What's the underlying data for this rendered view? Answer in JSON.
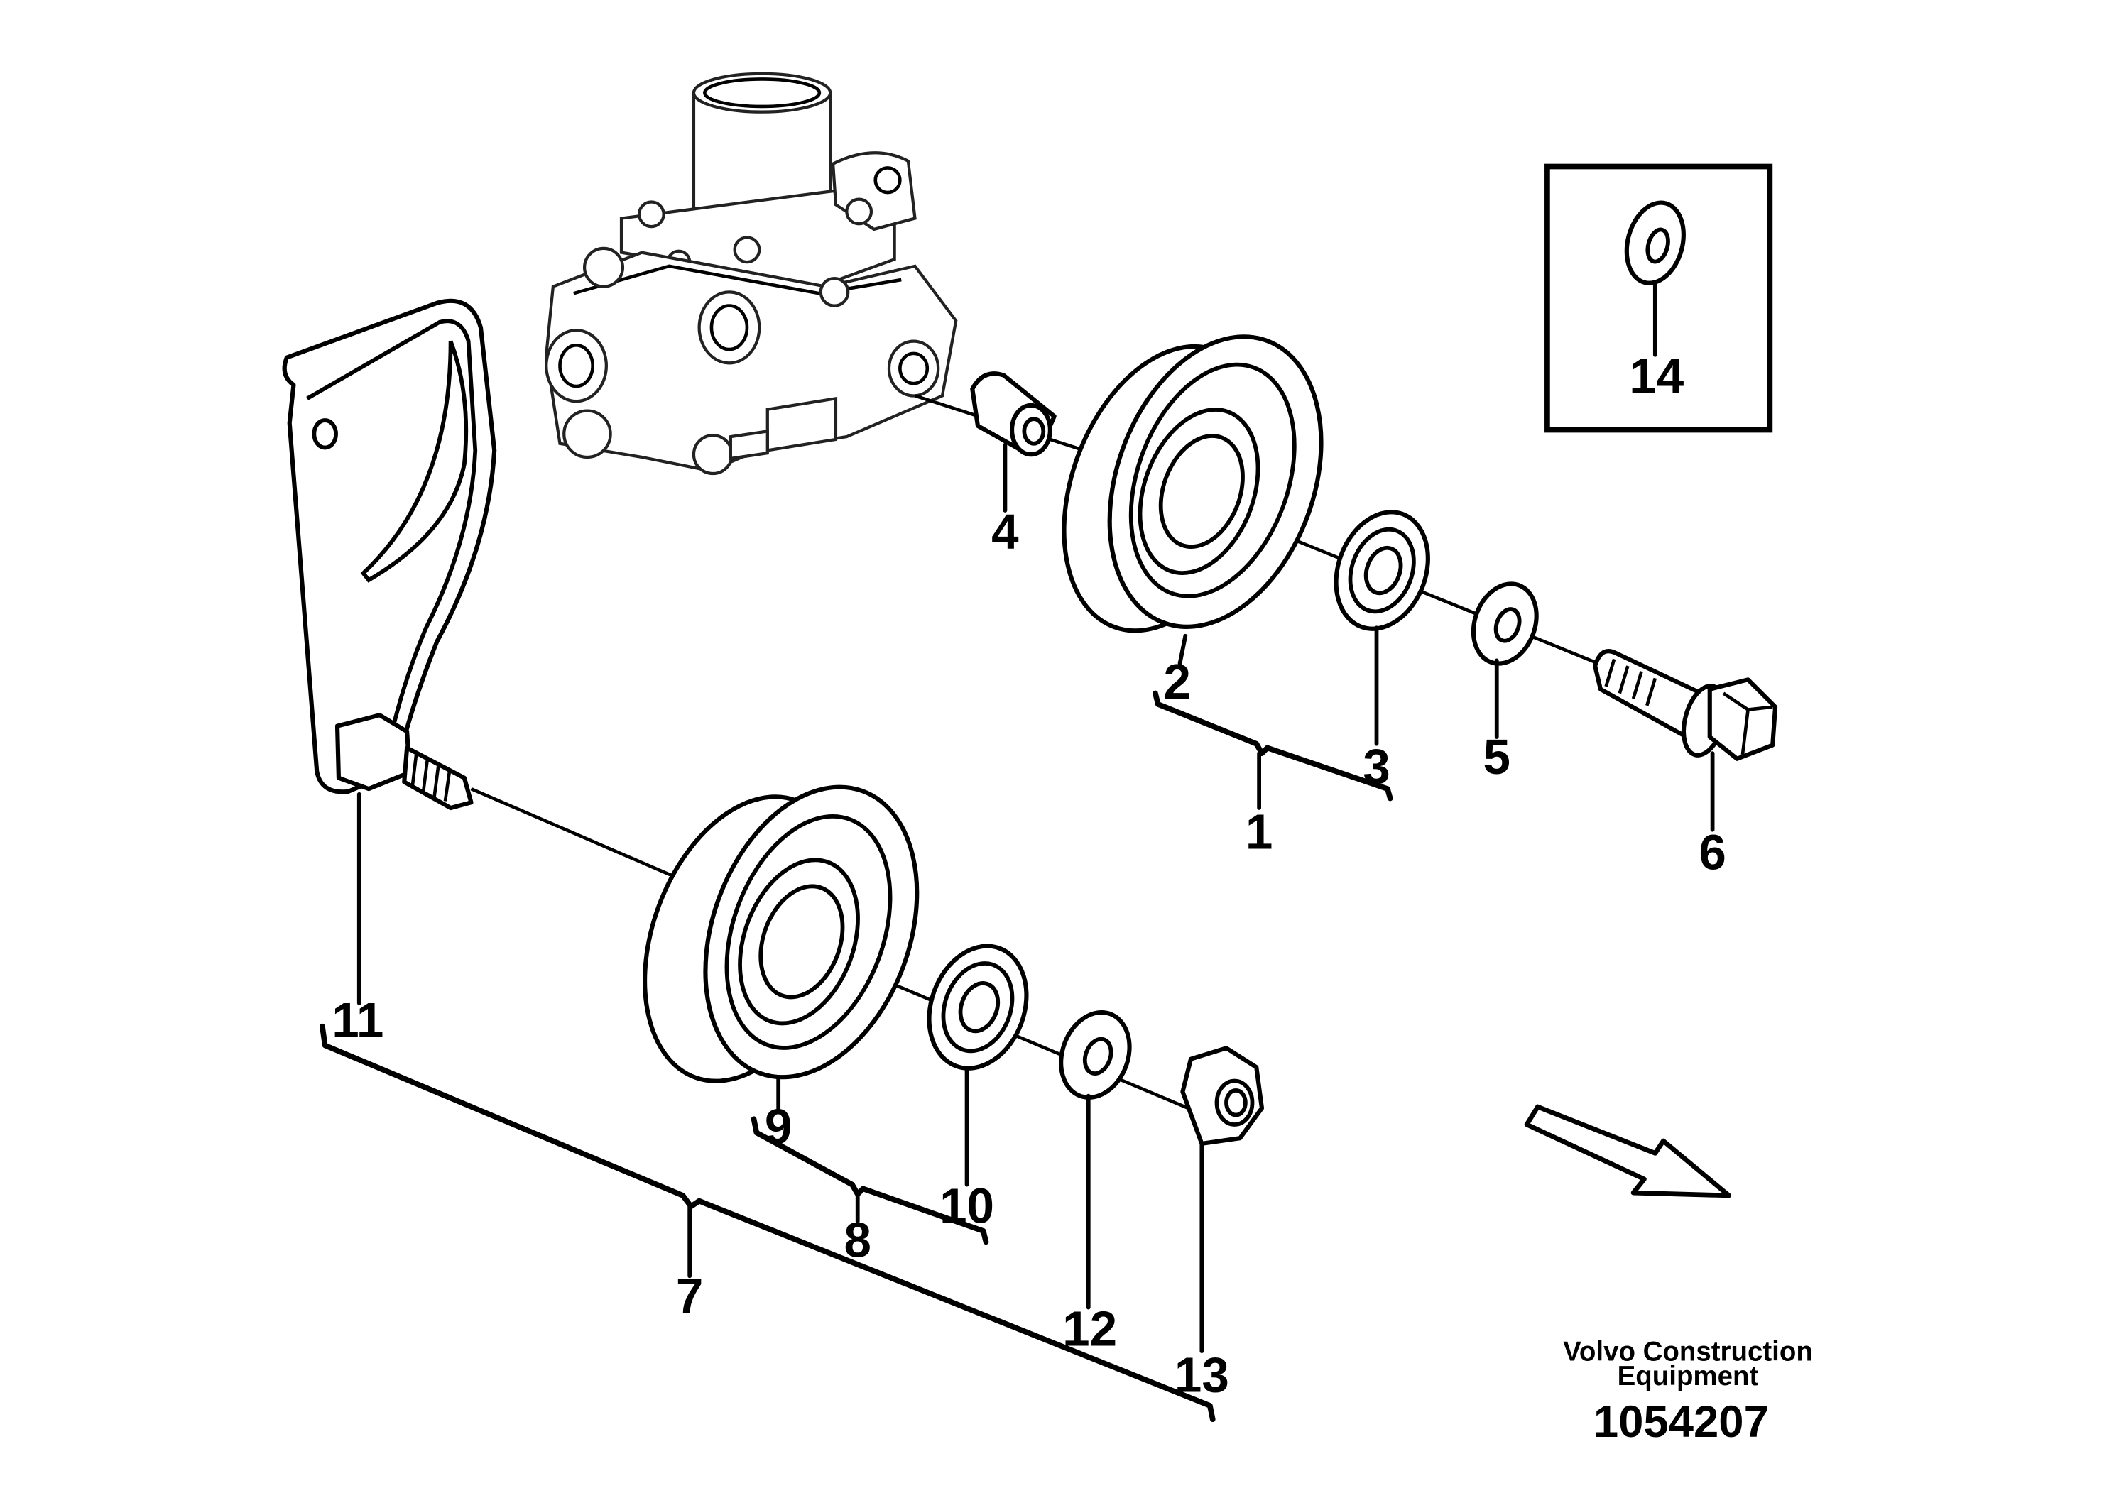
{
  "part_labels": {
    "p1": "1",
    "p2": "2",
    "p3": "3",
    "p4": "4",
    "p5": "5",
    "p6": "6",
    "p7": "7",
    "p8": "8",
    "p9": "9",
    "p10": "10",
    "p11": "11",
    "p12": "12",
    "p13": "13",
    "p14": "14"
  },
  "footer": {
    "manufacturer_line1": "Volvo Construction",
    "manufacturer_line2": "Equipment",
    "document_number": "1054207"
  }
}
